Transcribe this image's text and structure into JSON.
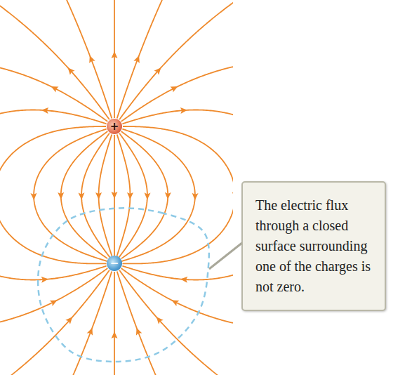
{
  "diagram": {
    "nodes": [
      {
        "text": [
          "+"
        ]
      },
      {
        "text": [
          "−"
        ]
      },
      {
        "text": [
          "The electric flux through a closed surface surrounding one of the charges is not zero."
        ]
      }
    ]
  }
}
